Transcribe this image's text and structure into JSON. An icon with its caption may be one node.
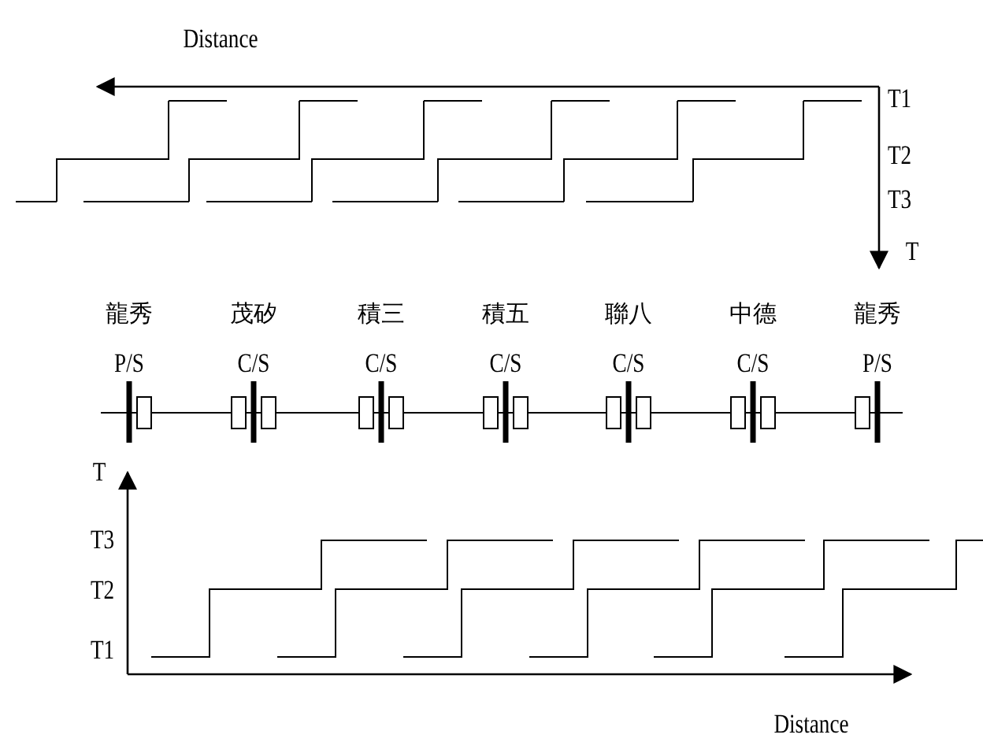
{
  "diagram": {
    "labels": [
      "Distance",
      "T1",
      "T2",
      "T3",
      "T",
      "龍秀",
      "茂矽",
      "積三",
      "積五",
      "聯八",
      "中德",
      "龍秀",
      "P/S",
      "C/S",
      "C/S",
      "C/S",
      "C/S",
      "C/S",
      "P/S",
      "T",
      "T3",
      "T2",
      "T1",
      "Distance"
    ]
  }
}
